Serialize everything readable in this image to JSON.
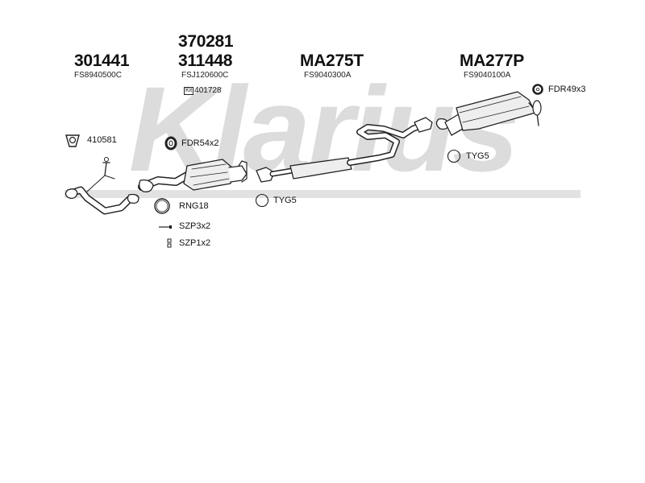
{
  "watermark": {
    "text": "Klarius",
    "color": "#d9d9d9"
  },
  "groups": [
    {
      "part_number": "301441",
      "reference": "FS8940500C"
    },
    {
      "part_number_top": "370281",
      "part_number": "311448",
      "reference": "FSJ120600C",
      "kit": {
        "icon_text": "Kit",
        "number": "401728"
      }
    },
    {
      "part_number": "MA275T",
      "reference": "FS9040300A"
    },
    {
      "part_number": "MA277P",
      "reference": "FS9040100A"
    }
  ],
  "fittings": [
    {
      "label": "410581",
      "icon": "gasket-icon"
    },
    {
      "label": "FDR54x2",
      "icon": "rubber-mount-icon"
    },
    {
      "label": "RNG18",
      "icon": "ring-icon"
    },
    {
      "label": "SZP3x2",
      "icon": "bolt-icon"
    },
    {
      "label": "SZP1x2",
      "icon": "nut-icon"
    },
    {
      "label": "TYG5",
      "icon": "clamp-ring-icon"
    },
    {
      "label": "TYG5",
      "icon": "clamp-ring-icon"
    },
    {
      "label": "FDR49x3",
      "icon": "rubber-mount-icon"
    }
  ]
}
